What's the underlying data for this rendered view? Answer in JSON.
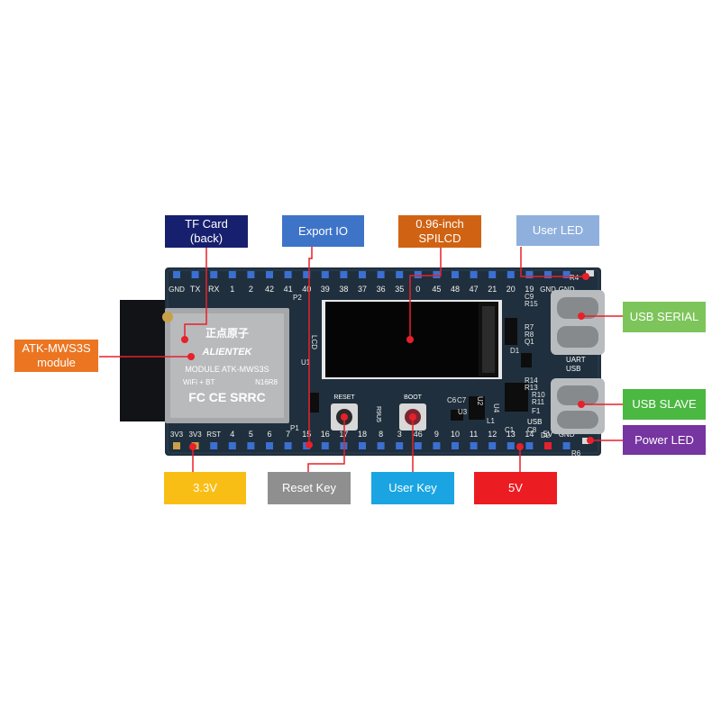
{
  "board": {
    "top_pins": [
      "GND",
      "TX",
      "RX",
      "1",
      "2",
      "42",
      "41",
      "40",
      "39",
      "38",
      "37",
      "36",
      "35",
      "0",
      "45",
      "48",
      "47",
      "21",
      "20",
      "19",
      "GND",
      "GND"
    ],
    "bottom_pins": [
      "3V3",
      "3V3",
      "RST",
      "4",
      "5",
      "6",
      "7",
      "15",
      "16",
      "17",
      "18",
      "8",
      "3",
      "46",
      "9",
      "10",
      "11",
      "12",
      "13",
      "14",
      "5V",
      "GND"
    ],
    "module_brand_cn": "正点原子",
    "module_brand": "ALIENTEK",
    "module_model": "MODULE ATK-MWS3S",
    "module_sub": "WiFi + BT",
    "module_code": "N16R8",
    "module_cert": "FC CE SRRC",
    "silk_p2": "P2",
    "silk_p1": "P1",
    "silk_lcd": "LCD",
    "silk_u1": "U1",
    "silk_reset": "RESET",
    "silk_boot": "BOOT",
    "silk_r9u5": "R9U5",
    "silk_uart": "UART",
    "silk_usb_upper": "USB",
    "silk_usb_lower": "USB",
    "silk_u2": "U2",
    "silk_u3": "U3",
    "silk_u4": "U4",
    "silk_c6": "C6",
    "silk_c7": "C7",
    "silk_c9": "C9",
    "silk_r7": "R7",
    "silk_r15": "R15",
    "silk_r8": "R8",
    "silk_r14": "R14",
    "silk_r13": "R13",
    "silk_r10": "R10",
    "silk_r11": "R11",
    "silk_r6": "R6",
    "silk_r4": "R4",
    "silk_q1": "Q1",
    "silk_d1": "D1",
    "silk_l1": "L1",
    "silk_f1": "F1",
    "silk_c8": "C8",
    "silk_d2": "D2",
    "silk_c1": "C1"
  },
  "callouts": {
    "tf_card": "TF Card\n(back)",
    "export_io": "Export IO",
    "spilcd": "0.96-inch\nSPILCD",
    "user_led": "User LED",
    "usb_serial": "USB SERIAL",
    "usb_slave": "USB SLAVE",
    "power_led": "Power LED",
    "module": "ATK-MWS3S\nmodule",
    "v33": "3.3V",
    "reset_key": "Reset Key",
    "user_key": "User Key",
    "v5": "5V"
  },
  "colors": {
    "tf_card": "#17206e",
    "export_io": "#3e74c8",
    "spilcd": "#d06313",
    "user_led": "#8fb0dc",
    "usb_serial": "#7dc55a",
    "usb_slave": "#4bb841",
    "power_led": "#7635a0",
    "module": "#ec7521",
    "v33": "#f9be16",
    "reset_key": "#8f8f8f",
    "user_key": "#1aa5e2",
    "v5": "#ec1c23",
    "leader": "#e8202a",
    "pcb": "#1f2f3d"
  }
}
